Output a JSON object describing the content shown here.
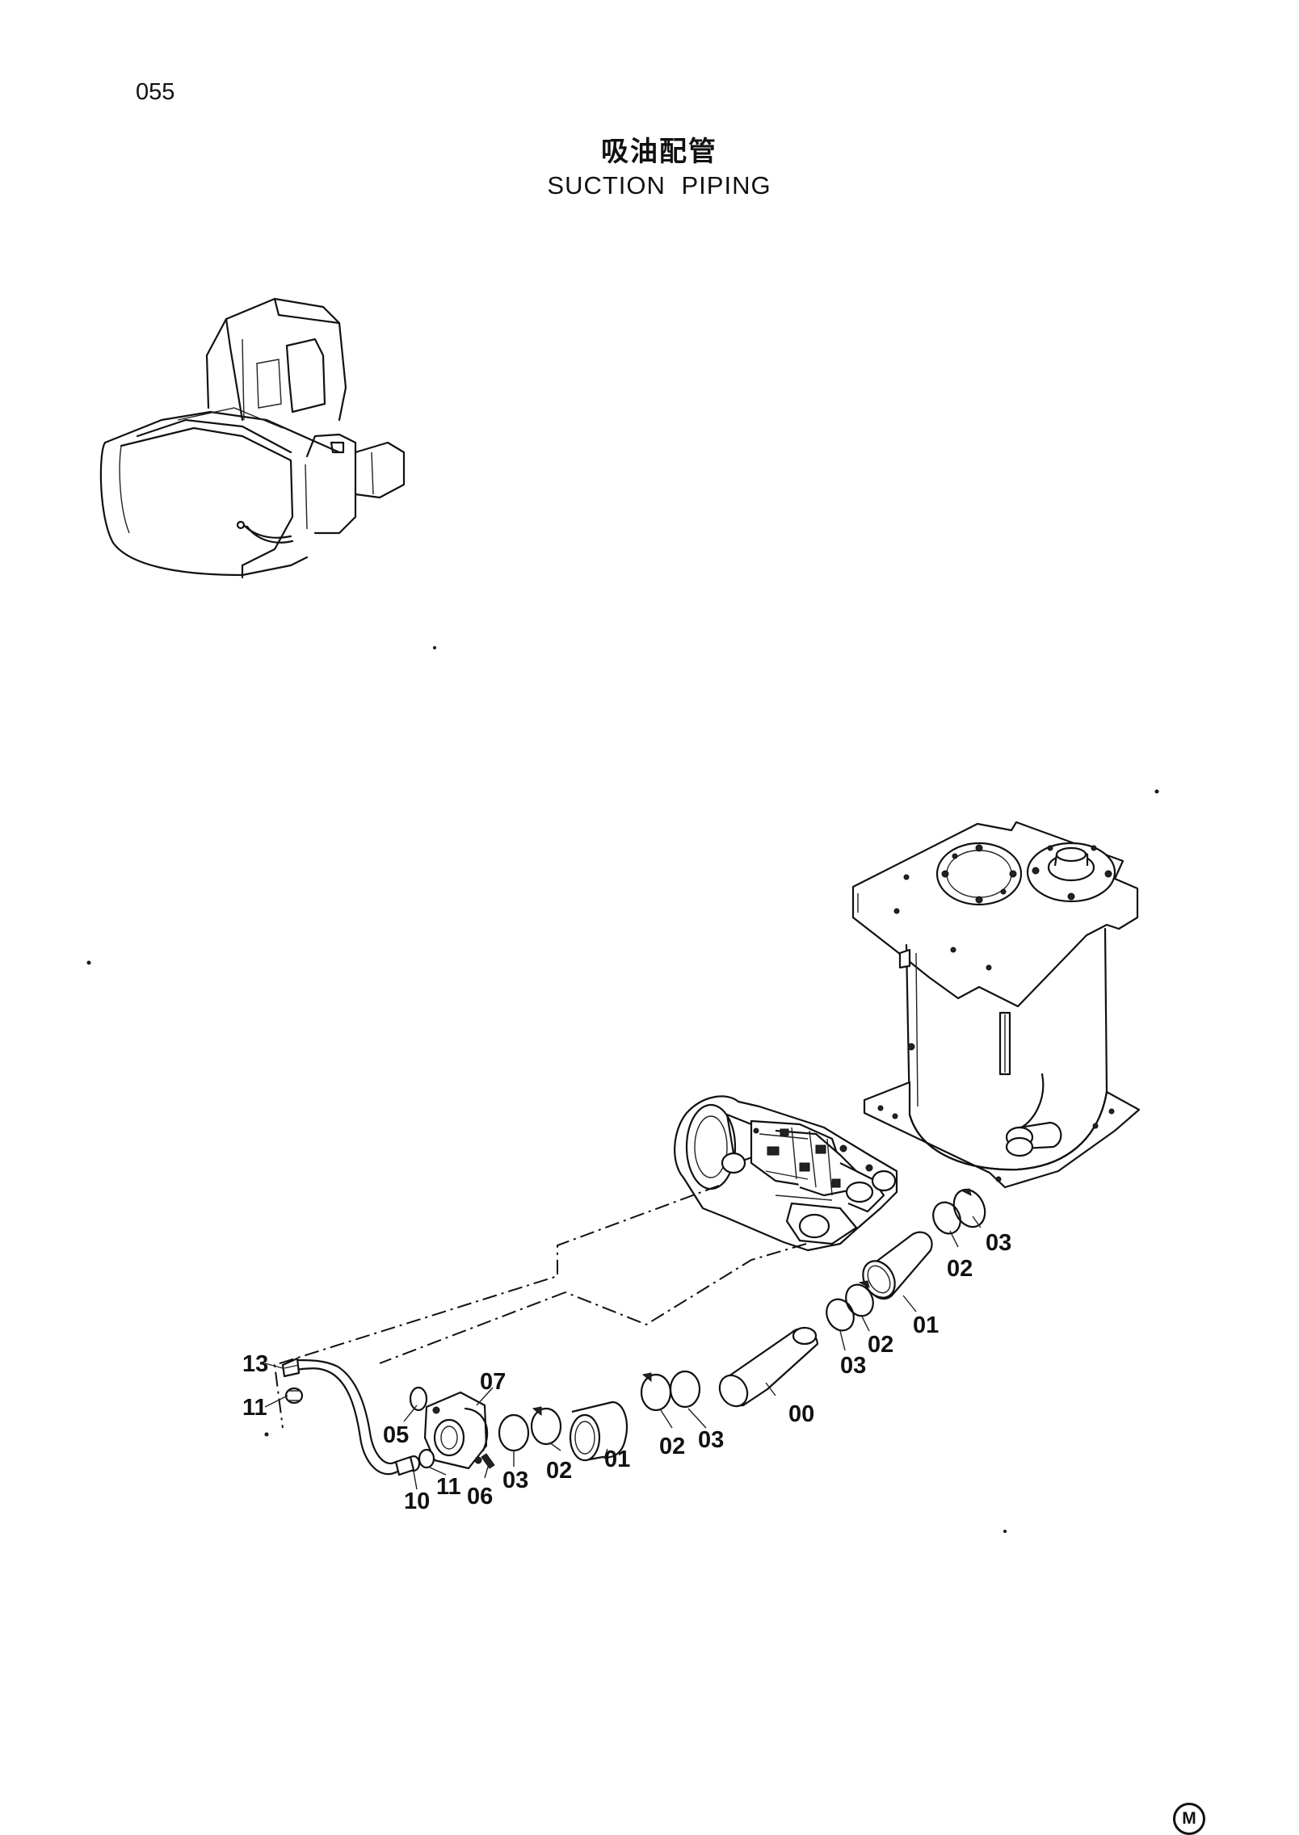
{
  "page": {
    "number": "055",
    "title_cn": "吸油配管",
    "title_en": "SUCTION PIPING",
    "corner_mark": "M"
  },
  "callouts": {
    "c00": "00",
    "c01_upper": "01",
    "c01_lower": "01",
    "c02_upper": "02",
    "c02_mid": "02",
    "c02_low": "02",
    "c02_left": "02",
    "c03_upper": "03",
    "c03_mid": "03",
    "c03_low": "03",
    "c03_left": "03",
    "c05": "05",
    "c06": "06",
    "c07": "07",
    "c10": "10",
    "c11_top": "11",
    "c11_bottom": "11",
    "c13": "13"
  },
  "icons": {
    "machine": "excavator-overview-icon",
    "tank": "hydraulic-oil-tank-icon",
    "pump": "hydraulic-pump-icon",
    "hose": "suction-hose-icon",
    "clamp": "hose-clamp-icon"
  }
}
